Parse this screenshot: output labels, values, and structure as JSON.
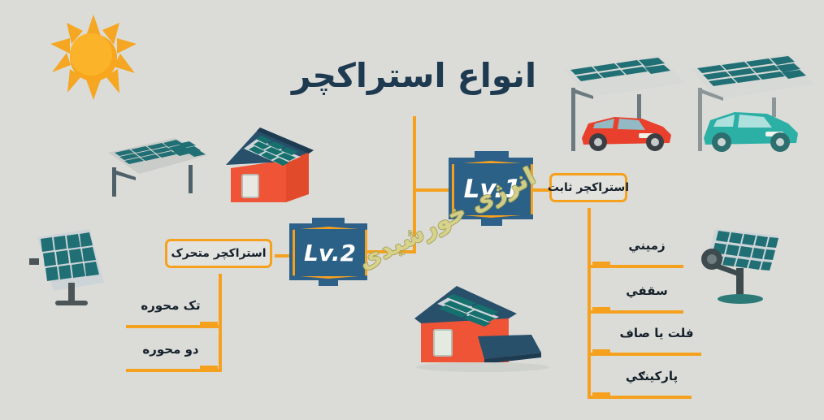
{
  "page": {
    "title": "انواع استراکچر",
    "background_color": "#dbdcd8",
    "accent_color": "#f5a11e",
    "node_color": "#2b6087",
    "panel_color": "#1f6a72",
    "house_color": "#ef5436",
    "roof_color": "#28506b"
  },
  "watermark": {
    "text": "انرژی خورشیدی",
    "color": "#d7d289"
  },
  "nodes": [
    {
      "id": "lv1",
      "label": "Lv.1"
    },
    {
      "id": "lv2",
      "label": "Lv.2"
    }
  ],
  "branches": [
    {
      "id": "fixed",
      "label": "استراکچر ثابت",
      "children": [
        {
          "label": "زمیني"
        },
        {
          "label": "سقفي"
        },
        {
          "label": "فلت یا صاف"
        },
        {
          "label": "پارکینګي"
        }
      ]
    },
    {
      "id": "movable",
      "label": "استراکچر متحرک",
      "children": [
        {
          "label": "تک محوره"
        },
        {
          "label": "دو محوره"
        }
      ]
    }
  ],
  "illustrations": [
    {
      "id": "sun",
      "name": "sun-icon",
      "rays": 10,
      "color": "#f5a623"
    },
    {
      "id": "ground-array-tl",
      "name": "ground-mount-array",
      "cells": "6x3"
    },
    {
      "id": "house-top",
      "name": "house-with-roof-panel",
      "cells": "3x3"
    },
    {
      "id": "carport-red",
      "name": "carport-with-red-car",
      "cells": "4x2"
    },
    {
      "id": "carport-teal",
      "name": "carport-with-teal-car",
      "cells": "4x3"
    },
    {
      "id": "pole-panel-left",
      "name": "pole-mounted-panel",
      "cells": "4x3"
    },
    {
      "id": "tracker-right",
      "name": "single-axis-tracker-panel",
      "cells": "5x3"
    },
    {
      "id": "house-bottom",
      "name": "house-with-flat-roof-panel",
      "cells": "3x2"
    }
  ]
}
